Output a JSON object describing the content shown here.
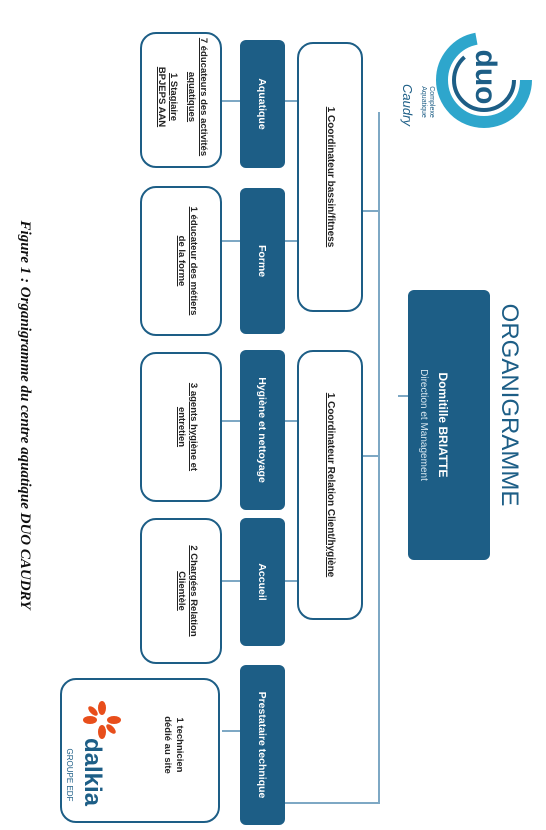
{
  "logo": {
    "name": "duo",
    "line1": "Complexe",
    "line2": "Aquatique",
    "line3": "Caudry"
  },
  "title": "ORGANIGRAMME",
  "director": {
    "name": "Domitille BRIATTE",
    "role": "Direction et Management"
  },
  "coordinators": [
    {
      "label": "1 Coordinateur bassin/fitness"
    },
    {
      "label": "1 Coordinateur Relation Client/hygiène"
    }
  ],
  "departments": [
    {
      "label": "Aquatique",
      "staff_line1": "7 éducateurs des activités",
      "staff_line2": "aquatiques",
      "staff_line3": "1 Stagiaire",
      "staff_line4": "BPJEPS AAN"
    },
    {
      "label": "Forme",
      "staff_line1": "1 éducateur des métiers",
      "staff_line2": "de la forme"
    },
    {
      "label": "Hygiène et nettoyage",
      "staff_line1": "3 agents hygiène et",
      "staff_line2": "entretien"
    },
    {
      "label": "Accueil",
      "staff_line1": "2 Chargées Relation",
      "staff_line2": "Clientèle"
    },
    {
      "label": "Prestataire technique",
      "staff_line1": "1 technicien",
      "staff_line2": "dédié au site"
    }
  ],
  "partner": {
    "name": "dalkia",
    "group": "GROUPE EDF"
  },
  "caption": "Figure 1 : Organigramme du centre aquatique DUO CAUDRY"
}
